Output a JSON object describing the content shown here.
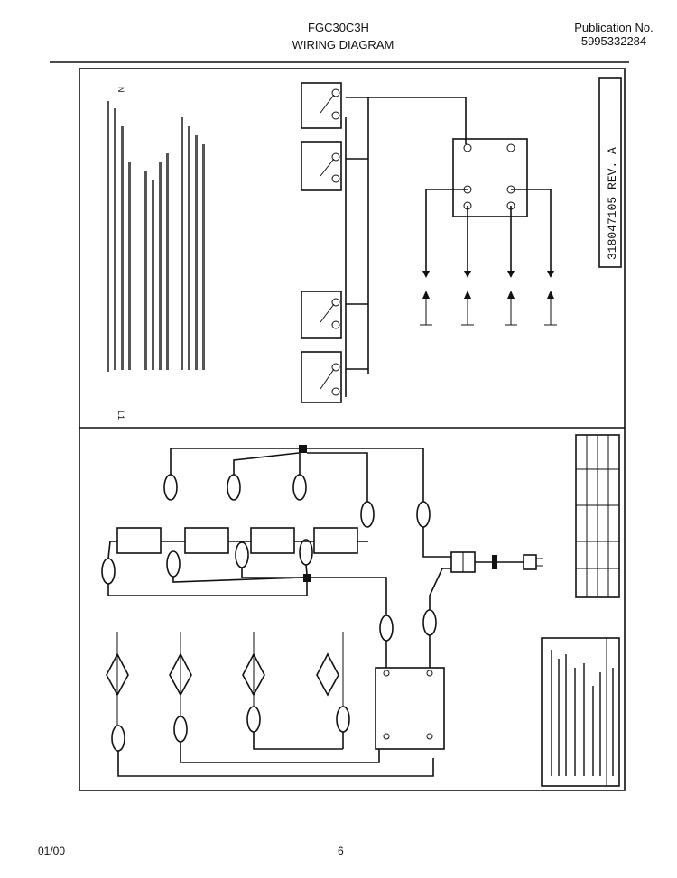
{
  "header": {
    "model": "FGC30C3H",
    "title": "WIRING DIAGRAM",
    "publication_label": "Publication No.",
    "publication_number": "5995332284"
  },
  "footer": {
    "date": "01/00",
    "page_number": "6"
  },
  "diagram": {
    "revision": "318047105 REV. A",
    "corner_marks": [
      "N",
      "L1"
    ]
  }
}
